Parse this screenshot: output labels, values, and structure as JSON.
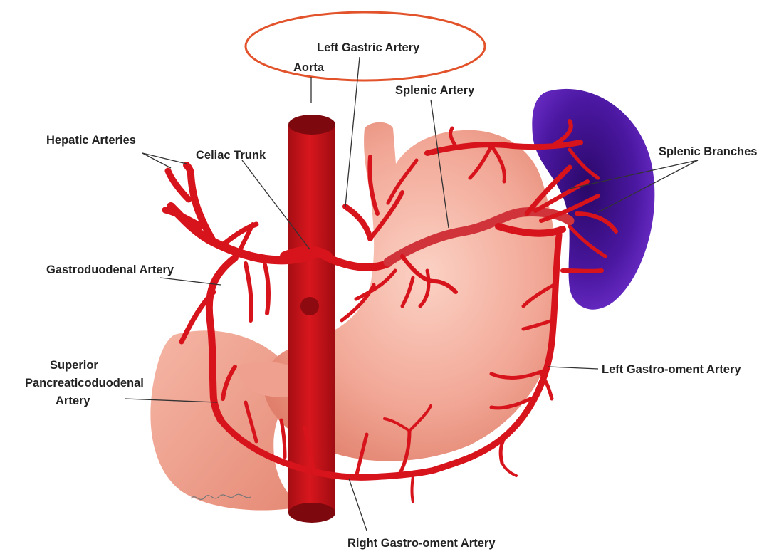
{
  "labels": {
    "left_gastric": "Left Gastric Artery",
    "aorta": "Aorta",
    "splenic_artery": "Splenic Artery",
    "hepatic": "Hepatic Arteries",
    "celiac": "Celiac Trunk",
    "splenic_branches": "Splenic Branches",
    "gastroduodenal": "Gastroduodenal Artery",
    "superior_pd_1": "Superior",
    "superior_pd_2": "Pancreaticoduodenal",
    "superior_pd_3": "Artery",
    "left_gastro_oment": "Left Gastro-oment Artery",
    "right_gastro_oment": "Right Gastro-oment Artery"
  },
  "colors": {
    "artery": "#d7141c",
    "artery_dark": "#a40f14",
    "aorta": "#c9141b",
    "stomach": "#f2a796",
    "stomach_shade": "#e2826f",
    "spleen": "#5b1fb0",
    "spleen_dark": "#2e0a6e",
    "highlight_ellipse": "#e2532b"
  }
}
